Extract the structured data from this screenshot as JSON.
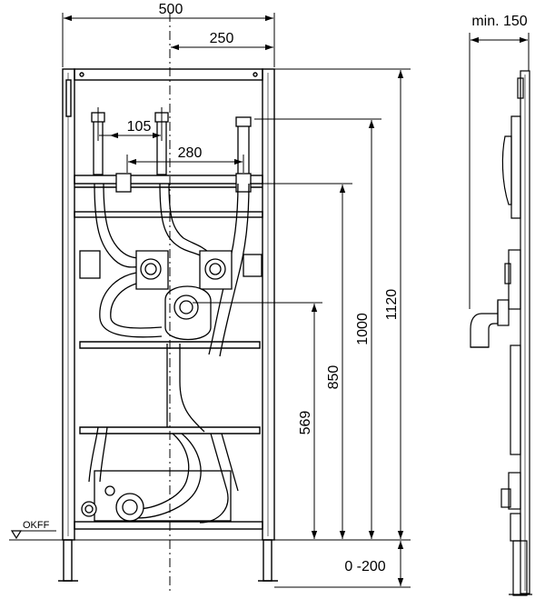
{
  "dimensions": {
    "width_total": "500",
    "width_half": "250",
    "pipe_spacing_inner": "105",
    "pipe_spacing_outer": "280",
    "height_frame": "1120",
    "height_supply": "1000",
    "height_outlet": "850",
    "height_drain": "569",
    "leg_adjust": "0 -200",
    "min_depth": "min. 150"
  },
  "floor_marker": {
    "label": "OKFF"
  }
}
